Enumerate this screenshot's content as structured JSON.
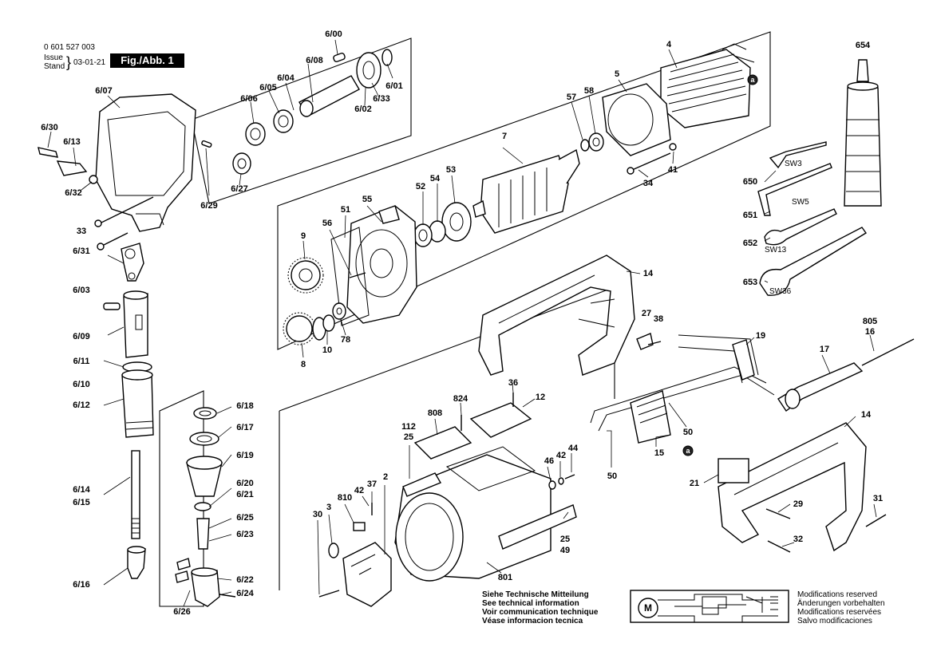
{
  "header": {
    "part_number": "0 601 527 003",
    "issue_label": "Issue",
    "stand_label": "Stand",
    "date": "03-01-21",
    "figure_label": "Fig./Abb. 1"
  },
  "notice": [
    "Siehe Technische Mitteilung",
    "See technical information",
    "Voir communication technique",
    "Véase informacion tecnica"
  ],
  "modifications": [
    "Modifications reserved",
    "Änderungen vorbehalten",
    "Modifications reservées",
    "Salvo modificaciones"
  ],
  "schematic": {
    "motor_symbol": "M"
  },
  "markers": {
    "connection": "a"
  },
  "tools": {
    "sw3": "SW3",
    "sw5": "SW5",
    "sw13": "SW13",
    "sw36": "SW36"
  },
  "labels": {
    "p6_07": "6/07",
    "p6_30": "6/30",
    "p6_13": "6/13",
    "p6_32": "6/32",
    "p6_08": "6/08",
    "p6_00": "6/00",
    "p6_04": "6/04",
    "p6_05": "6/05",
    "p6_06": "6/06",
    "p6_01": "6/01",
    "p6_33": "6/33",
    "p6_02": "6/02",
    "p6_27": "6/27",
    "p6_29": "6/29",
    "p33": "33",
    "p6_31": "6/31",
    "p6_03": "6/03",
    "p6_09": "6/09",
    "p6_11": "6/11",
    "p6_10": "6/10",
    "p6_12": "6/12",
    "p6_14": "6/14",
    "p6_15": "6/15",
    "p6_16": "6/16",
    "p6_18": "6/18",
    "p6_17": "6/17",
    "p6_19": "6/19",
    "p6_20": "6/20",
    "p6_21": "6/21",
    "p6_25": "6/25",
    "p6_23": "6/23",
    "p6_22": "6/22",
    "p6_24": "6/24",
    "p6_26": "6/26",
    "p4": "4",
    "p5": "5",
    "p57": "57",
    "p58": "58",
    "p7": "7",
    "p41": "41",
    "p34": "34",
    "p53": "53",
    "p54": "54",
    "p52": "52",
    "p55": "55",
    "p51": "51",
    "p56": "56",
    "p9": "9",
    "p10": "10",
    "p78": "78",
    "p8": "8",
    "p654": "654",
    "p650": "650",
    "p651": "651",
    "p652": "652",
    "p653": "653",
    "p14a": "14",
    "p27": "27",
    "p38": "38",
    "p19": "19",
    "p805": "805",
    "p16": "16",
    "p17": "17",
    "p36": "36",
    "p12": "12",
    "p824": "824",
    "p808": "808",
    "p112": "112",
    "p25a": "25",
    "p46": "46",
    "p42a": "42",
    "p44": "44",
    "p50a": "50",
    "p15": "15",
    "p50b": "50",
    "p14b": "14",
    "p21": "21",
    "p29": "29",
    "p31": "31",
    "p32": "32",
    "p42b": "42",
    "p37": "37",
    "p810": "810",
    "p3": "3",
    "p30": "30",
    "p2": "2",
    "p25b": "25",
    "p49": "49",
    "p801": "801"
  }
}
